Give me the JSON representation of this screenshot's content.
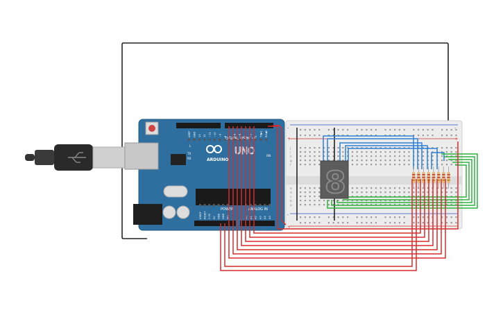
{
  "arduino": {
    "brand": "ARDUINO",
    "model": "UNO",
    "digital_label": "DIGITAL (PWM ~)",
    "power_label": "POWER",
    "analog_label": "ANALOG IN",
    "on_label": "ON",
    "l_label": "L",
    "tx_label": "TX",
    "rx_label": "RX",
    "ioref_pins": [
      "AREF",
      "GND",
      "13",
      "12",
      "~11",
      "~10",
      "~9",
      "8"
    ],
    "digital_pins": [
      "7",
      "~6",
      "~5",
      "4",
      "~3",
      "2",
      "TX▶1",
      "RX◀0"
    ],
    "power_pins": [
      "IOREF",
      "RESET",
      "3.3V",
      "5V",
      "GND",
      "GND",
      "Vin"
    ],
    "analog_pins": [
      "A0",
      "A1",
      "A2",
      "A3",
      "A4",
      "A5"
    ]
  },
  "breadboard": {
    "rows_top": [
      "j",
      "i",
      "h",
      "g",
      "f"
    ],
    "rows_bottom": [
      "e",
      "d",
      "c",
      "b",
      "a"
    ],
    "plus": "+",
    "minus": "-"
  },
  "display": {
    "digit": "8"
  },
  "colors": {
    "board": "#2f6f9f",
    "breadboard": "#ececec",
    "wire_red": "#d62c2c",
    "wire_blue": "#2c7fd6",
    "wire_green": "#2bb23a",
    "wire_black": "#222222",
    "display": "#5c5c5c"
  }
}
